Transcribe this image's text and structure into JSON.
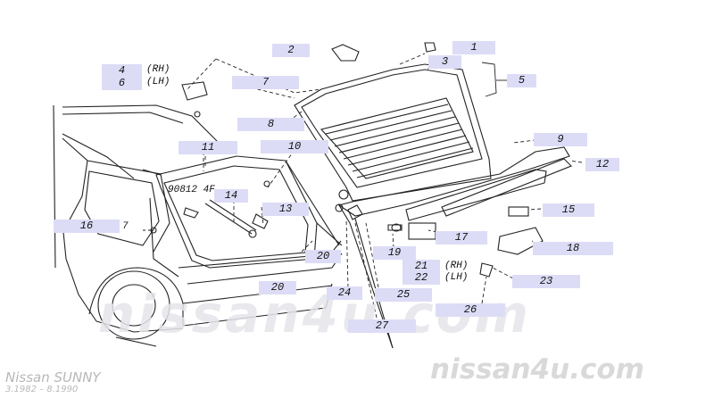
{
  "callouts": [
    {
      "id": "2",
      "text": "2"
    },
    {
      "id": "1",
      "text": "1"
    },
    {
      "id": "3",
      "text": "3"
    },
    {
      "id": "5",
      "text": "5"
    },
    {
      "id": "4",
      "text": "4"
    },
    {
      "id": "6",
      "text": "6"
    },
    {
      "id": "7",
      "text": "7"
    },
    {
      "id": "8",
      "text": "8"
    },
    {
      "id": "9",
      "text": "9"
    },
    {
      "id": "11",
      "text": "11"
    },
    {
      "id": "10",
      "text": "10"
    },
    {
      "id": "12",
      "text": "12"
    },
    {
      "id": "14",
      "text": "14"
    },
    {
      "id": "13",
      "text": "13"
    },
    {
      "id": "15",
      "text": "15"
    },
    {
      "id": "16",
      "text": "16"
    },
    {
      "id": "17",
      "text": "17"
    },
    {
      "id": "18",
      "text": "18"
    },
    {
      "id": "19",
      "text": "19"
    },
    {
      "id": "20a",
      "text": "20"
    },
    {
      "id": "21",
      "text": "21"
    },
    {
      "id": "22",
      "text": "22"
    },
    {
      "id": "20b",
      "text": "20"
    },
    {
      "id": "24",
      "text": "24"
    },
    {
      "id": "25",
      "text": "25"
    },
    {
      "id": "23",
      "text": "23"
    },
    {
      "id": "26",
      "text": "26"
    },
    {
      "id": "27",
      "text": "27"
    }
  ],
  "side_labels": {
    "rh_top": "(RH)",
    "lh_top": "(LH)",
    "rh_bottom": "(RH)",
    "lh_bottom": "(LH)"
  },
  "plain_labels": {
    "part_code": "90812 4F",
    "seven_small": "7"
  },
  "watermark": "nissan4u.com",
  "brand": "nissan4u.com",
  "model": "Nissan SUNNY",
  "years": "3.1982 – 8.1990"
}
